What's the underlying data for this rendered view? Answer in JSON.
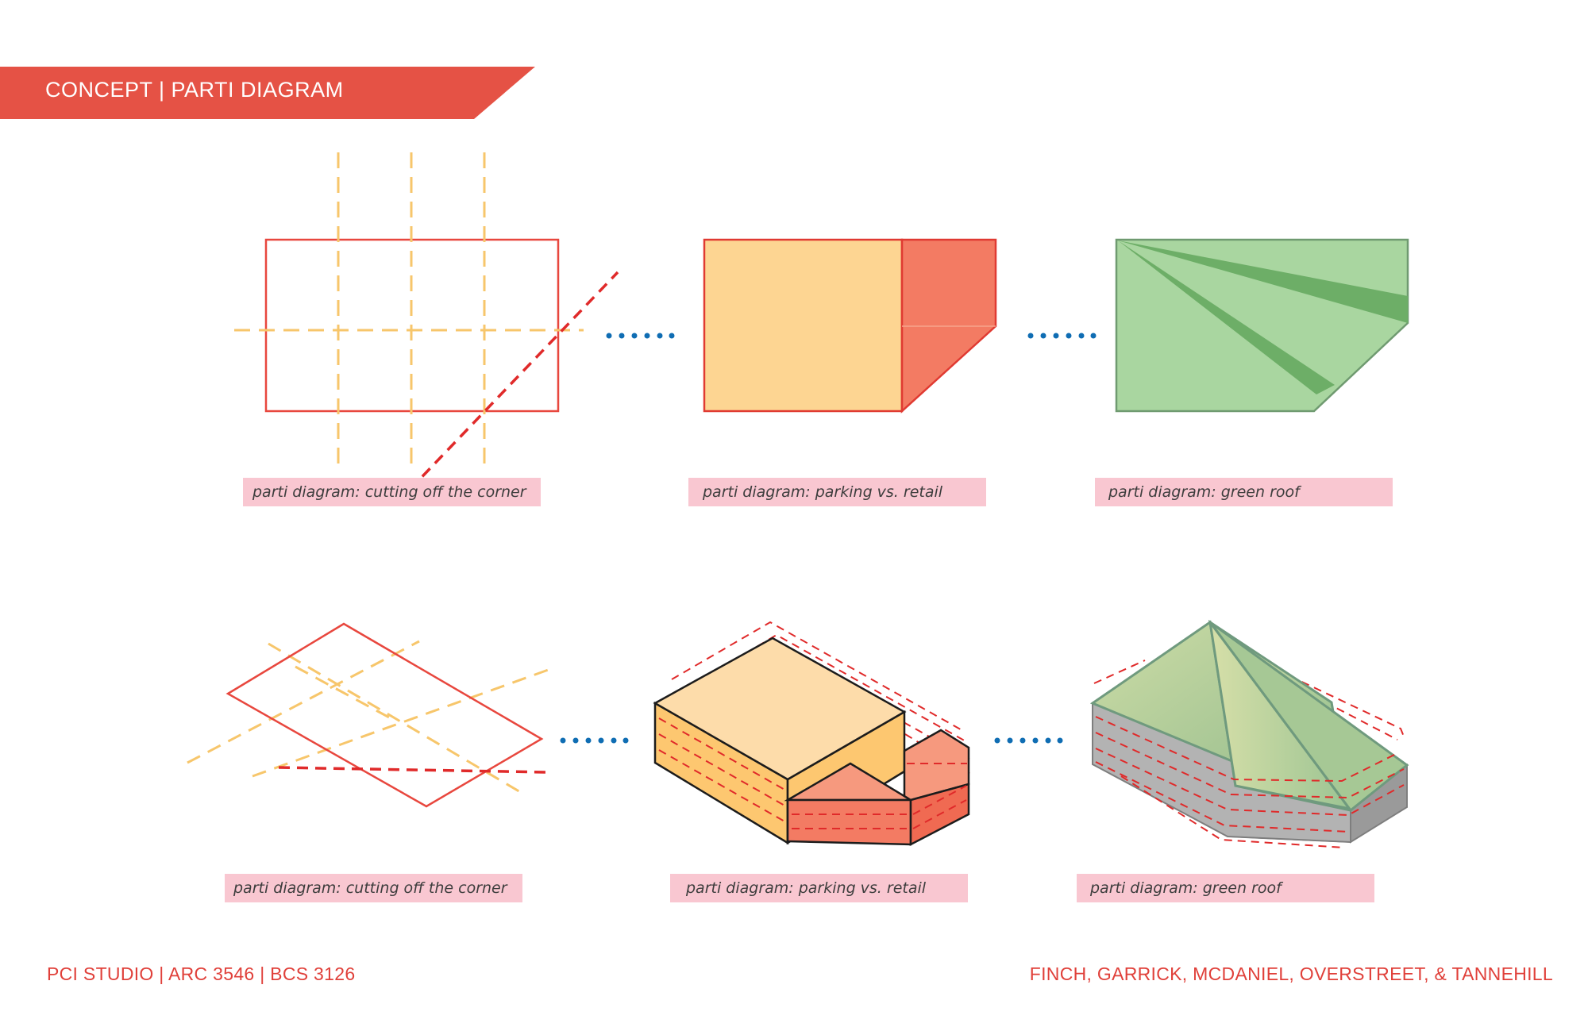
{
  "header": {
    "title": "CONCEPT | PARTI DIAGRAM"
  },
  "diagrams": {
    "plan": [
      {
        "caption": "parti diagram: cutting off the corner"
      },
      {
        "caption": "parti diagram: parking vs. retail"
      },
      {
        "caption": "parti diagram: green roof"
      }
    ],
    "axon": [
      {
        "caption": "parti diagram: cutting off the corner"
      },
      {
        "caption": "parti diagram: parking vs. retail"
      },
      {
        "caption": "parti diagram: green roof"
      }
    ]
  },
  "footer": {
    "left": "PCI STUDIO | ARC 3546 | BCS 3126",
    "right": "FINCH, GARRICK, MCDANIEL, OVERSTREET, & TANNEHILL"
  },
  "colors": {
    "brand_red": "#e55245",
    "outline_red": "#e03a32",
    "grid_yellow": "#f7c66b",
    "parking_yellow": "#fdd592",
    "retail_red": "#f37b63",
    "roof_green": "#a9d6a0",
    "roof_green_dark": "#6dae67",
    "caption_pink": "#f9c7d1",
    "connector_blue": "#0f6db3"
  }
}
